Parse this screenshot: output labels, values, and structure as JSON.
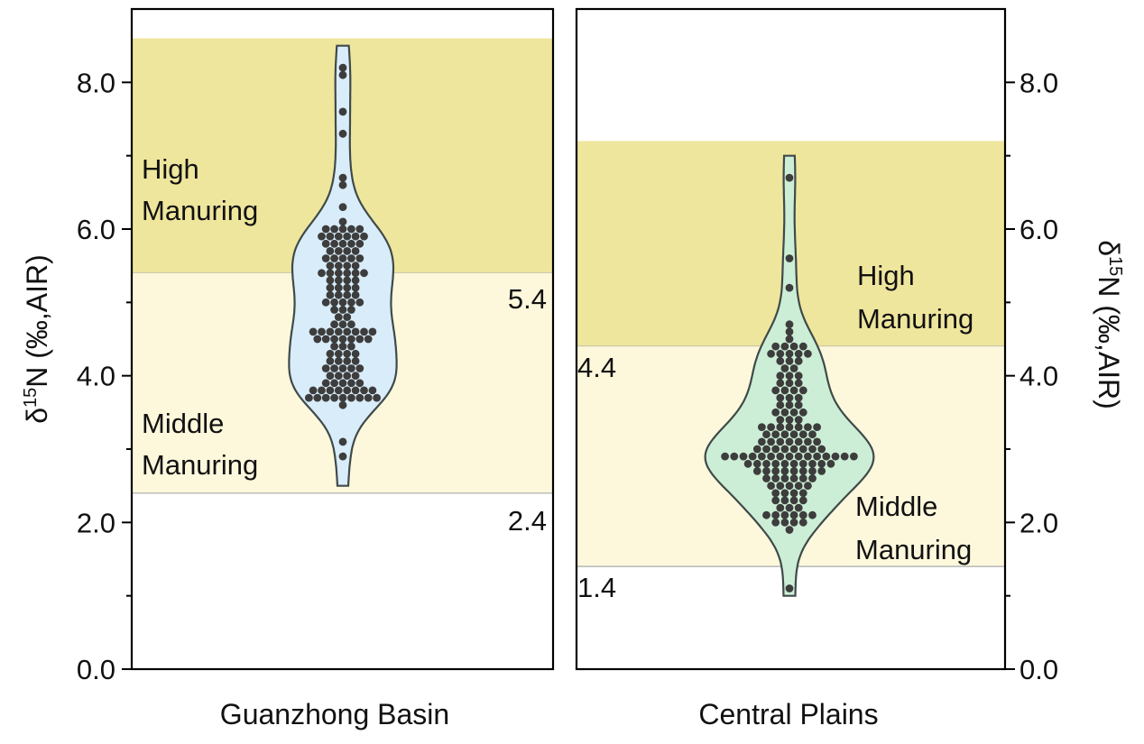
{
  "chart_data": [
    {
      "type": "violin",
      "panel": "Guanzhong Basin",
      "xlabel": "Guanzhong Basin",
      "ylabel_base": "δ",
      "ylabel_sup": "15",
      "ylabel_rest": "N (‰,AIR)",
      "ylim": [
        0,
        9
      ],
      "yticks": [
        0,
        2,
        4,
        6,
        8
      ],
      "ytick_labels": [
        "0.0",
        "2.0",
        "4.0",
        "6.0",
        "8.0"
      ],
      "y_axis_side": "left",
      "grid": false,
      "colors": {
        "violin_fill": "#d9ecf9",
        "high_band": "#efe69d",
        "middle_band": "#fdf8dc",
        "point": "#3d3d3d"
      },
      "bands": [
        {
          "label": [
            "High",
            "Manuring"
          ],
          "from": 5.4,
          "to": 8.6,
          "threshold_label": "5.4"
        },
        {
          "label": [
            "Middle",
            "Manuring"
          ],
          "from": 2.4,
          "to": 5.4,
          "threshold_label": "2.4"
        }
      ],
      "violin_range": [
        2.5,
        8.5
      ],
      "points": [
        {
          "y": 8.2,
          "n": 1
        },
        {
          "y": 8.1,
          "n": 1
        },
        {
          "y": 7.6,
          "n": 1
        },
        {
          "y": 7.3,
          "n": 1
        },
        {
          "y": 6.7,
          "n": 1
        },
        {
          "y": 6.6,
          "n": 1
        },
        {
          "y": 6.3,
          "n": 1
        },
        {
          "y": 6.1,
          "n": 1
        },
        {
          "y": 6.0,
          "n": 5
        },
        {
          "y": 5.9,
          "n": 6
        },
        {
          "y": 5.8,
          "n": 5
        },
        {
          "y": 5.7,
          "n": 4
        },
        {
          "y": 5.6,
          "n": 5
        },
        {
          "y": 5.5,
          "n": 4
        },
        {
          "y": 5.4,
          "n": 6
        },
        {
          "y": 5.3,
          "n": 4
        },
        {
          "y": 5.2,
          "n": 4
        },
        {
          "y": 5.1,
          "n": 4
        },
        {
          "y": 5.0,
          "n": 5
        },
        {
          "y": 4.9,
          "n": 3
        },
        {
          "y": 4.8,
          "n": 2
        },
        {
          "y": 4.7,
          "n": 3
        },
        {
          "y": 4.6,
          "n": 8
        },
        {
          "y": 4.5,
          "n": 7
        },
        {
          "y": 4.4,
          "n": 3
        },
        {
          "y": 4.3,
          "n": 4
        },
        {
          "y": 4.2,
          "n": 4
        },
        {
          "y": 4.1,
          "n": 5
        },
        {
          "y": 4.0,
          "n": 4
        },
        {
          "y": 3.9,
          "n": 5
        },
        {
          "y": 3.8,
          "n": 8
        },
        {
          "y": 3.7,
          "n": 9
        },
        {
          "y": 3.6,
          "n": 1
        },
        {
          "y": 3.1,
          "n": 1
        },
        {
          "y": 2.9,
          "n": 1
        }
      ]
    },
    {
      "type": "violin",
      "panel": "Central Plains",
      "xlabel": "Central Plains",
      "ylabel_base": "δ",
      "ylabel_sup": "15",
      "ylabel_rest": "N (‰,AIR)",
      "ylim": [
        0,
        9
      ],
      "yticks": [
        0,
        2,
        4,
        6,
        8
      ],
      "ytick_labels": [
        "0.0",
        "2.0",
        "4.0",
        "6.0",
        "8.0"
      ],
      "y_axis_side": "right",
      "grid": false,
      "colors": {
        "violin_fill": "#cdeed6",
        "high_band": "#efe69d",
        "middle_band": "#fdf8dc",
        "point": "#3d3d3d"
      },
      "bands": [
        {
          "label": [
            "High",
            "Manuring"
          ],
          "from": 4.4,
          "to": 7.2,
          "threshold_label": "4.4"
        },
        {
          "label": [
            "Middle",
            "Manuring"
          ],
          "from": 1.4,
          "to": 4.4,
          "threshold_label": "1.4"
        }
      ],
      "violin_range": [
        1.0,
        7.0
      ],
      "points": [
        {
          "y": 6.7,
          "n": 1
        },
        {
          "y": 5.6,
          "n": 1
        },
        {
          "y": 5.2,
          "n": 1
        },
        {
          "y": 4.7,
          "n": 1
        },
        {
          "y": 4.6,
          "n": 1
        },
        {
          "y": 4.5,
          "n": 1
        },
        {
          "y": 4.4,
          "n": 4
        },
        {
          "y": 4.3,
          "n": 5
        },
        {
          "y": 4.2,
          "n": 3
        },
        {
          "y": 4.1,
          "n": 2
        },
        {
          "y": 4.0,
          "n": 3
        },
        {
          "y": 3.9,
          "n": 3
        },
        {
          "y": 3.8,
          "n": 4
        },
        {
          "y": 3.7,
          "n": 3
        },
        {
          "y": 3.6,
          "n": 3
        },
        {
          "y": 3.5,
          "n": 4
        },
        {
          "y": 3.4,
          "n": 3
        },
        {
          "y": 3.3,
          "n": 7
        },
        {
          "y": 3.2,
          "n": 6
        },
        {
          "y": 3.1,
          "n": 7
        },
        {
          "y": 3.0,
          "n": 8
        },
        {
          "y": 2.9,
          "n": 15
        },
        {
          "y": 2.8,
          "n": 10
        },
        {
          "y": 2.7,
          "n": 8
        },
        {
          "y": 2.6,
          "n": 6
        },
        {
          "y": 2.5,
          "n": 5
        },
        {
          "y": 2.4,
          "n": 4
        },
        {
          "y": 2.3,
          "n": 4
        },
        {
          "y": 2.2,
          "n": 3
        },
        {
          "y": 2.1,
          "n": 6
        },
        {
          "y": 2.0,
          "n": 4
        },
        {
          "y": 1.9,
          "n": 1
        },
        {
          "y": 1.1,
          "n": 1
        }
      ]
    }
  ]
}
